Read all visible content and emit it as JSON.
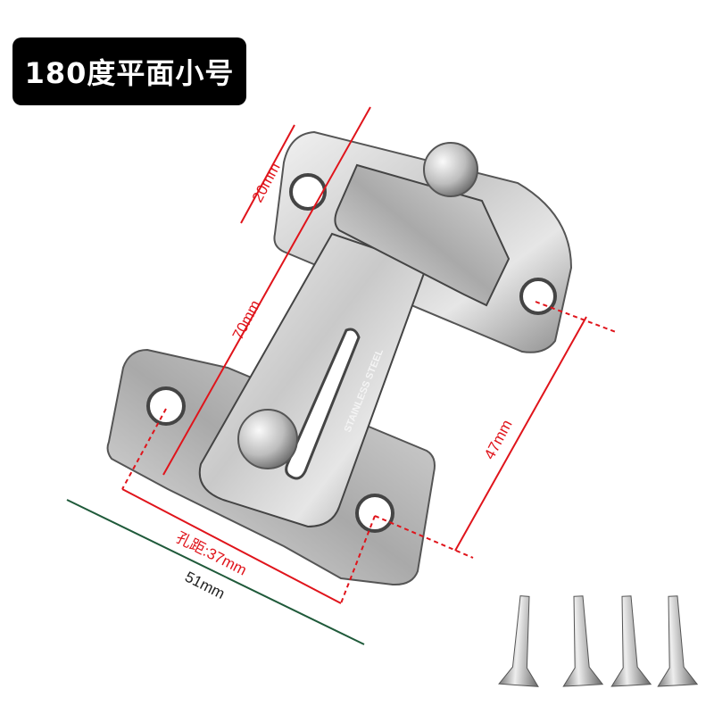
{
  "title": "180度平面小号",
  "product": {
    "engraving": "STAINLESS STEEL"
  },
  "dimensions": {
    "width_plate": "20mm",
    "length": "70mm",
    "hole_distance_vertical": "47mm",
    "hole_distance": "孔距:37mm",
    "total_width": "51mm"
  },
  "colors": {
    "dimension_red": "#e0141b",
    "dimension_green": "#1f5a3a",
    "title_bg": "#000000",
    "steel": "#c8c8c8"
  },
  "accessories": {
    "screw_count": 4
  }
}
